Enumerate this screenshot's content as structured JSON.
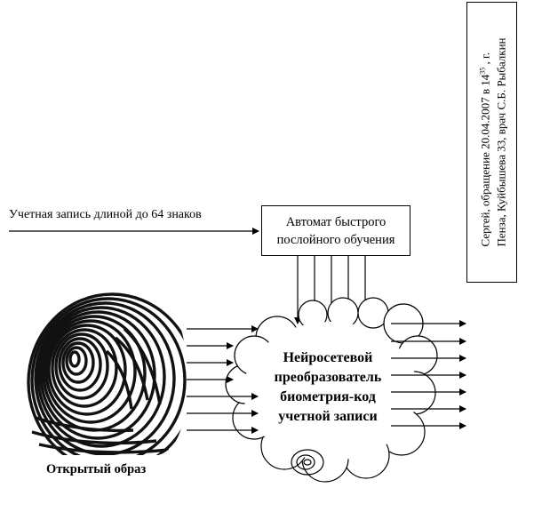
{
  "input_label": "Учетная запись длиной до 64 знаков",
  "automat": {
    "line1": "Автомат быстрого",
    "line2": "послойного обучения"
  },
  "converter": {
    "line1": "Нейросетевой",
    "line2": "преобразователь",
    "line3": "биометрия-код",
    "line4": "учетной записи"
  },
  "open_image_label": "Открытый образ",
  "stamp": {
    "line1_before": "Сергей, обращение 20.04.2007 в 14",
    "line1_sup": "35",
    "line1_after": " , г.",
    "line2": "Пенза, Куйбышева 33, врач С.Б. Рыбалкин"
  }
}
